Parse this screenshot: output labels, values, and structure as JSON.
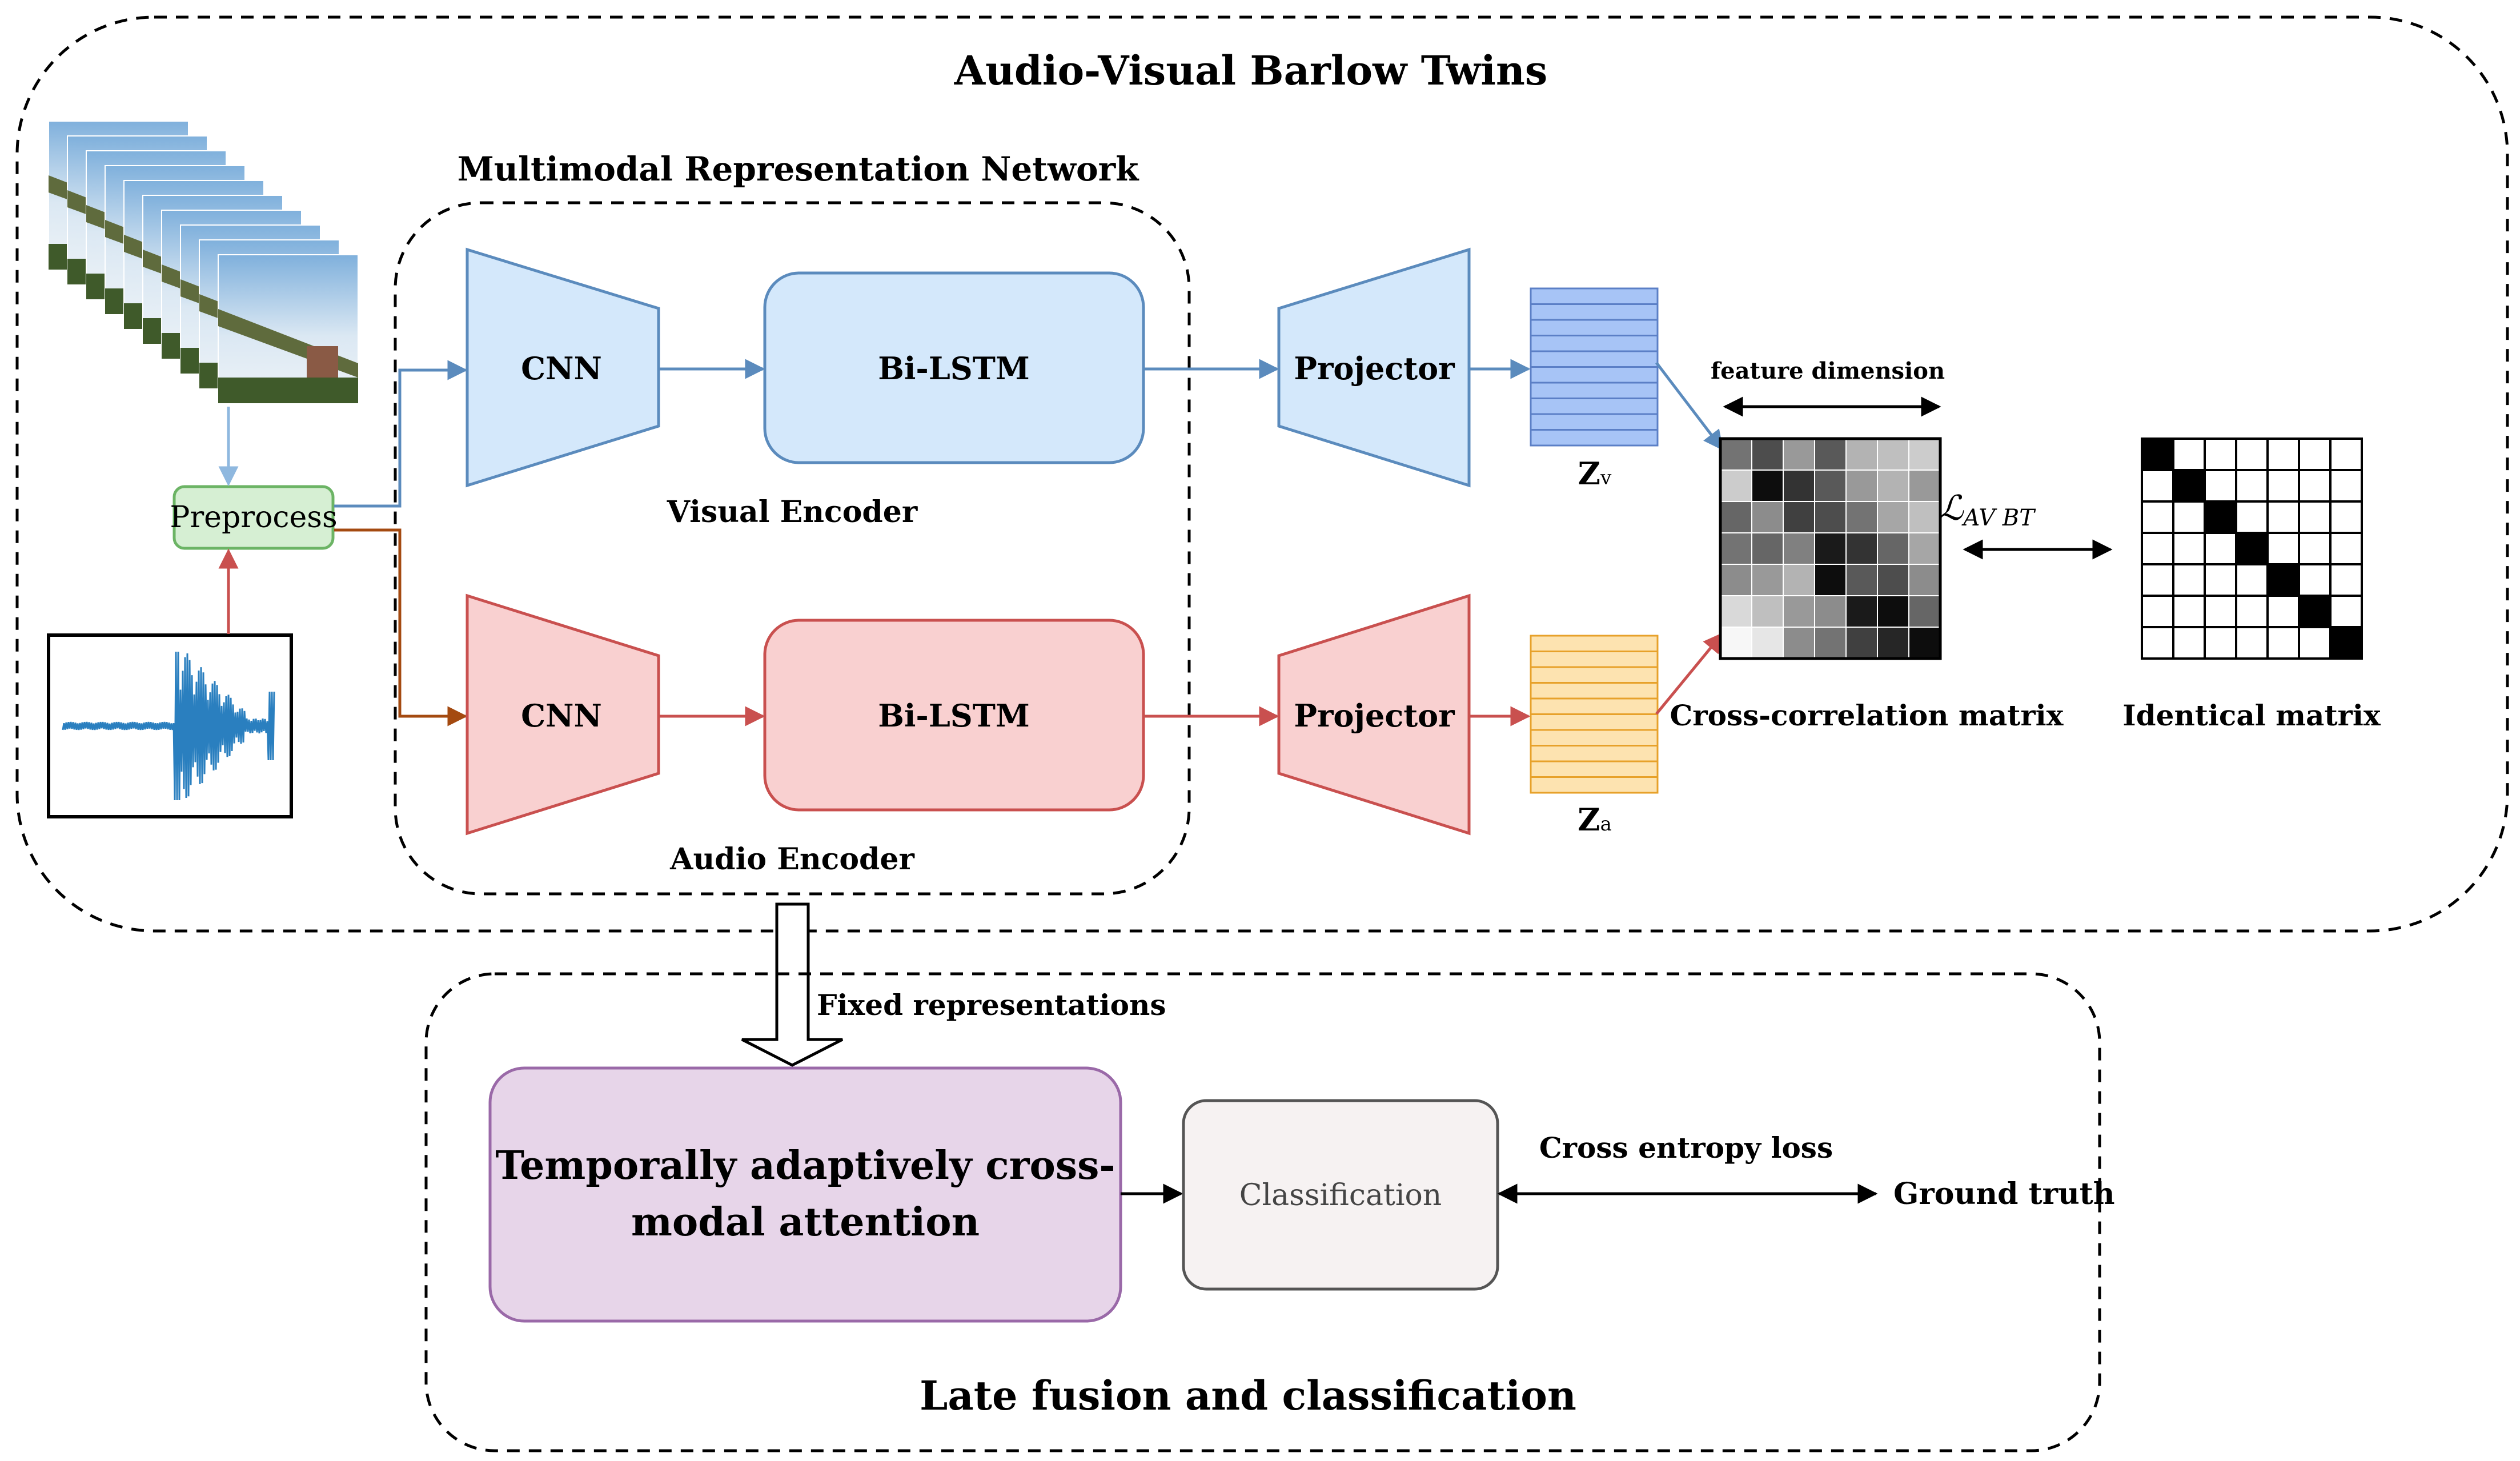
{
  "title": "Audio-Visual Barlow Twins",
  "network_title": "Multimodal Representation Network",
  "preprocess_label": "Preprocess",
  "visual_branch": {
    "cnn_label": "CNN",
    "lstm_label": "Bi-LSTM",
    "encoder_label": "Visual Encoder",
    "projector_label": "Projector",
    "z_label": "Z",
    "z_subscript": "v"
  },
  "audio_branch": {
    "cnn_label": "CNN",
    "lstm_label": "Bi-LSTM",
    "encoder_label": "Audio Encoder",
    "projector_label": "Projector",
    "z_label": "Z",
    "z_subscript": "a"
  },
  "feature_dimension_label": "feature dimension",
  "cross_corr_label": "Cross-correlation matrix",
  "identical_label": "Identical matrix",
  "loss_symbol": "ℒ",
  "loss_subscript": "AV BT",
  "fixed_repr_label": "Fixed representations",
  "attention_line1": "Temporally adaptively cross-",
  "attention_line2": "modal attention",
  "classification_label": "Classification",
  "cross_entropy_label": "Cross entropy loss",
  "ground_truth_label": "Ground truth",
  "late_fusion_label": "Late fusion and classification",
  "colors": {
    "visual_fill": "#d4e8fb",
    "visual_stroke": "#5b8bbd",
    "audio_fill": "#f9d0d0",
    "audio_stroke": "#c9504f",
    "preprocess_fill": "#d6efd3",
    "preprocess_stroke": "#6cb465",
    "zv_fill": "#a7c4f6",
    "zv_stroke": "#5b7fc6",
    "za_fill": "#fde3b0",
    "za_stroke": "#e7a12a",
    "attention_fill": "#e7d5e9",
    "attention_stroke": "#9a69a8",
    "classification_fill": "#f6f2f2",
    "audio_path_arrow": "#a44a10",
    "audio_waveform": "#2a7fbf"
  },
  "cross_corr_matrix": [
    [
      0.45,
      0.3,
      0.6,
      0.35,
      0.7,
      0.75,
      0.8
    ],
    [
      0.8,
      0.05,
      0.2,
      0.35,
      0.6,
      0.7,
      0.6
    ],
    [
      0.4,
      0.55,
      0.25,
      0.3,
      0.45,
      0.65,
      0.75
    ],
    [
      0.45,
      0.4,
      0.5,
      0.1,
      0.2,
      0.4,
      0.65
    ],
    [
      0.55,
      0.6,
      0.7,
      0.05,
      0.35,
      0.3,
      0.55
    ],
    [
      0.85,
      0.75,
      0.6,
      0.55,
      0.1,
      0.05,
      0.4
    ],
    [
      0.97,
      0.9,
      0.55,
      0.45,
      0.25,
      0.15,
      0.05
    ]
  ],
  "identity_matrix_size": 7
}
